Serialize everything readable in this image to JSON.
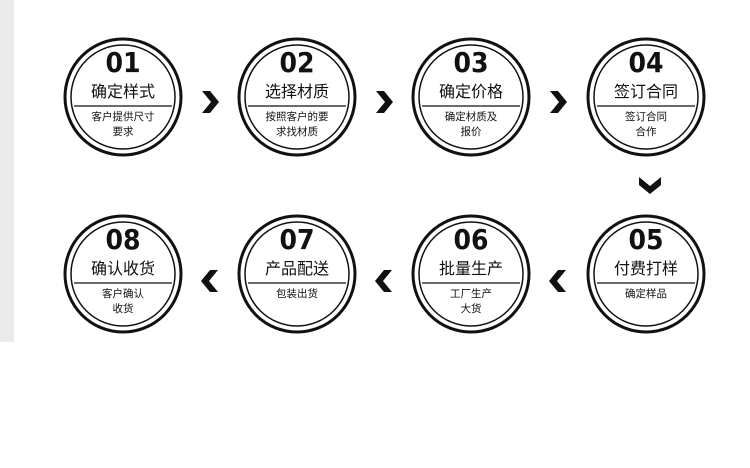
{
  "colors": {
    "ink": "#111111",
    "side_strip": "#e8ebe9",
    "background": "#ffffff"
  },
  "steps": [
    {
      "num": "01",
      "title": "确定样式",
      "desc": [
        "客户提供尺寸",
        "要求"
      ]
    },
    {
      "num": "02",
      "title": "选择材质",
      "desc": [
        "按照客户的要",
        "求找材质"
      ]
    },
    {
      "num": "03",
      "title": "确定价格",
      "desc": [
        "确定材质及",
        "报价"
      ]
    },
    {
      "num": "04",
      "title": "签订合同",
      "desc": [
        "签订合同",
        "合作"
      ]
    },
    {
      "num": "05",
      "title": "付费打样",
      "desc": [
        "确定样品",
        ""
      ]
    },
    {
      "num": "06",
      "title": "批量生产",
      "desc": [
        "工厂生产",
        "大货"
      ]
    },
    {
      "num": "07",
      "title": "产品配送",
      "desc": [
        "包装出货",
        ""
      ]
    },
    {
      "num": "08",
      "title": "确认收货",
      "desc": [
        "客户确认",
        "收货"
      ]
    }
  ],
  "arrows": [
    {
      "direction": "right-chevron-icon"
    },
    {
      "direction": "right-chevron-icon"
    },
    {
      "direction": "right-chevron-icon"
    },
    {
      "direction": "down-chevron-icon"
    },
    {
      "direction": "left-chevron-icon"
    },
    {
      "direction": "left-chevron-icon"
    },
    {
      "direction": "left-chevron-icon"
    }
  ]
}
